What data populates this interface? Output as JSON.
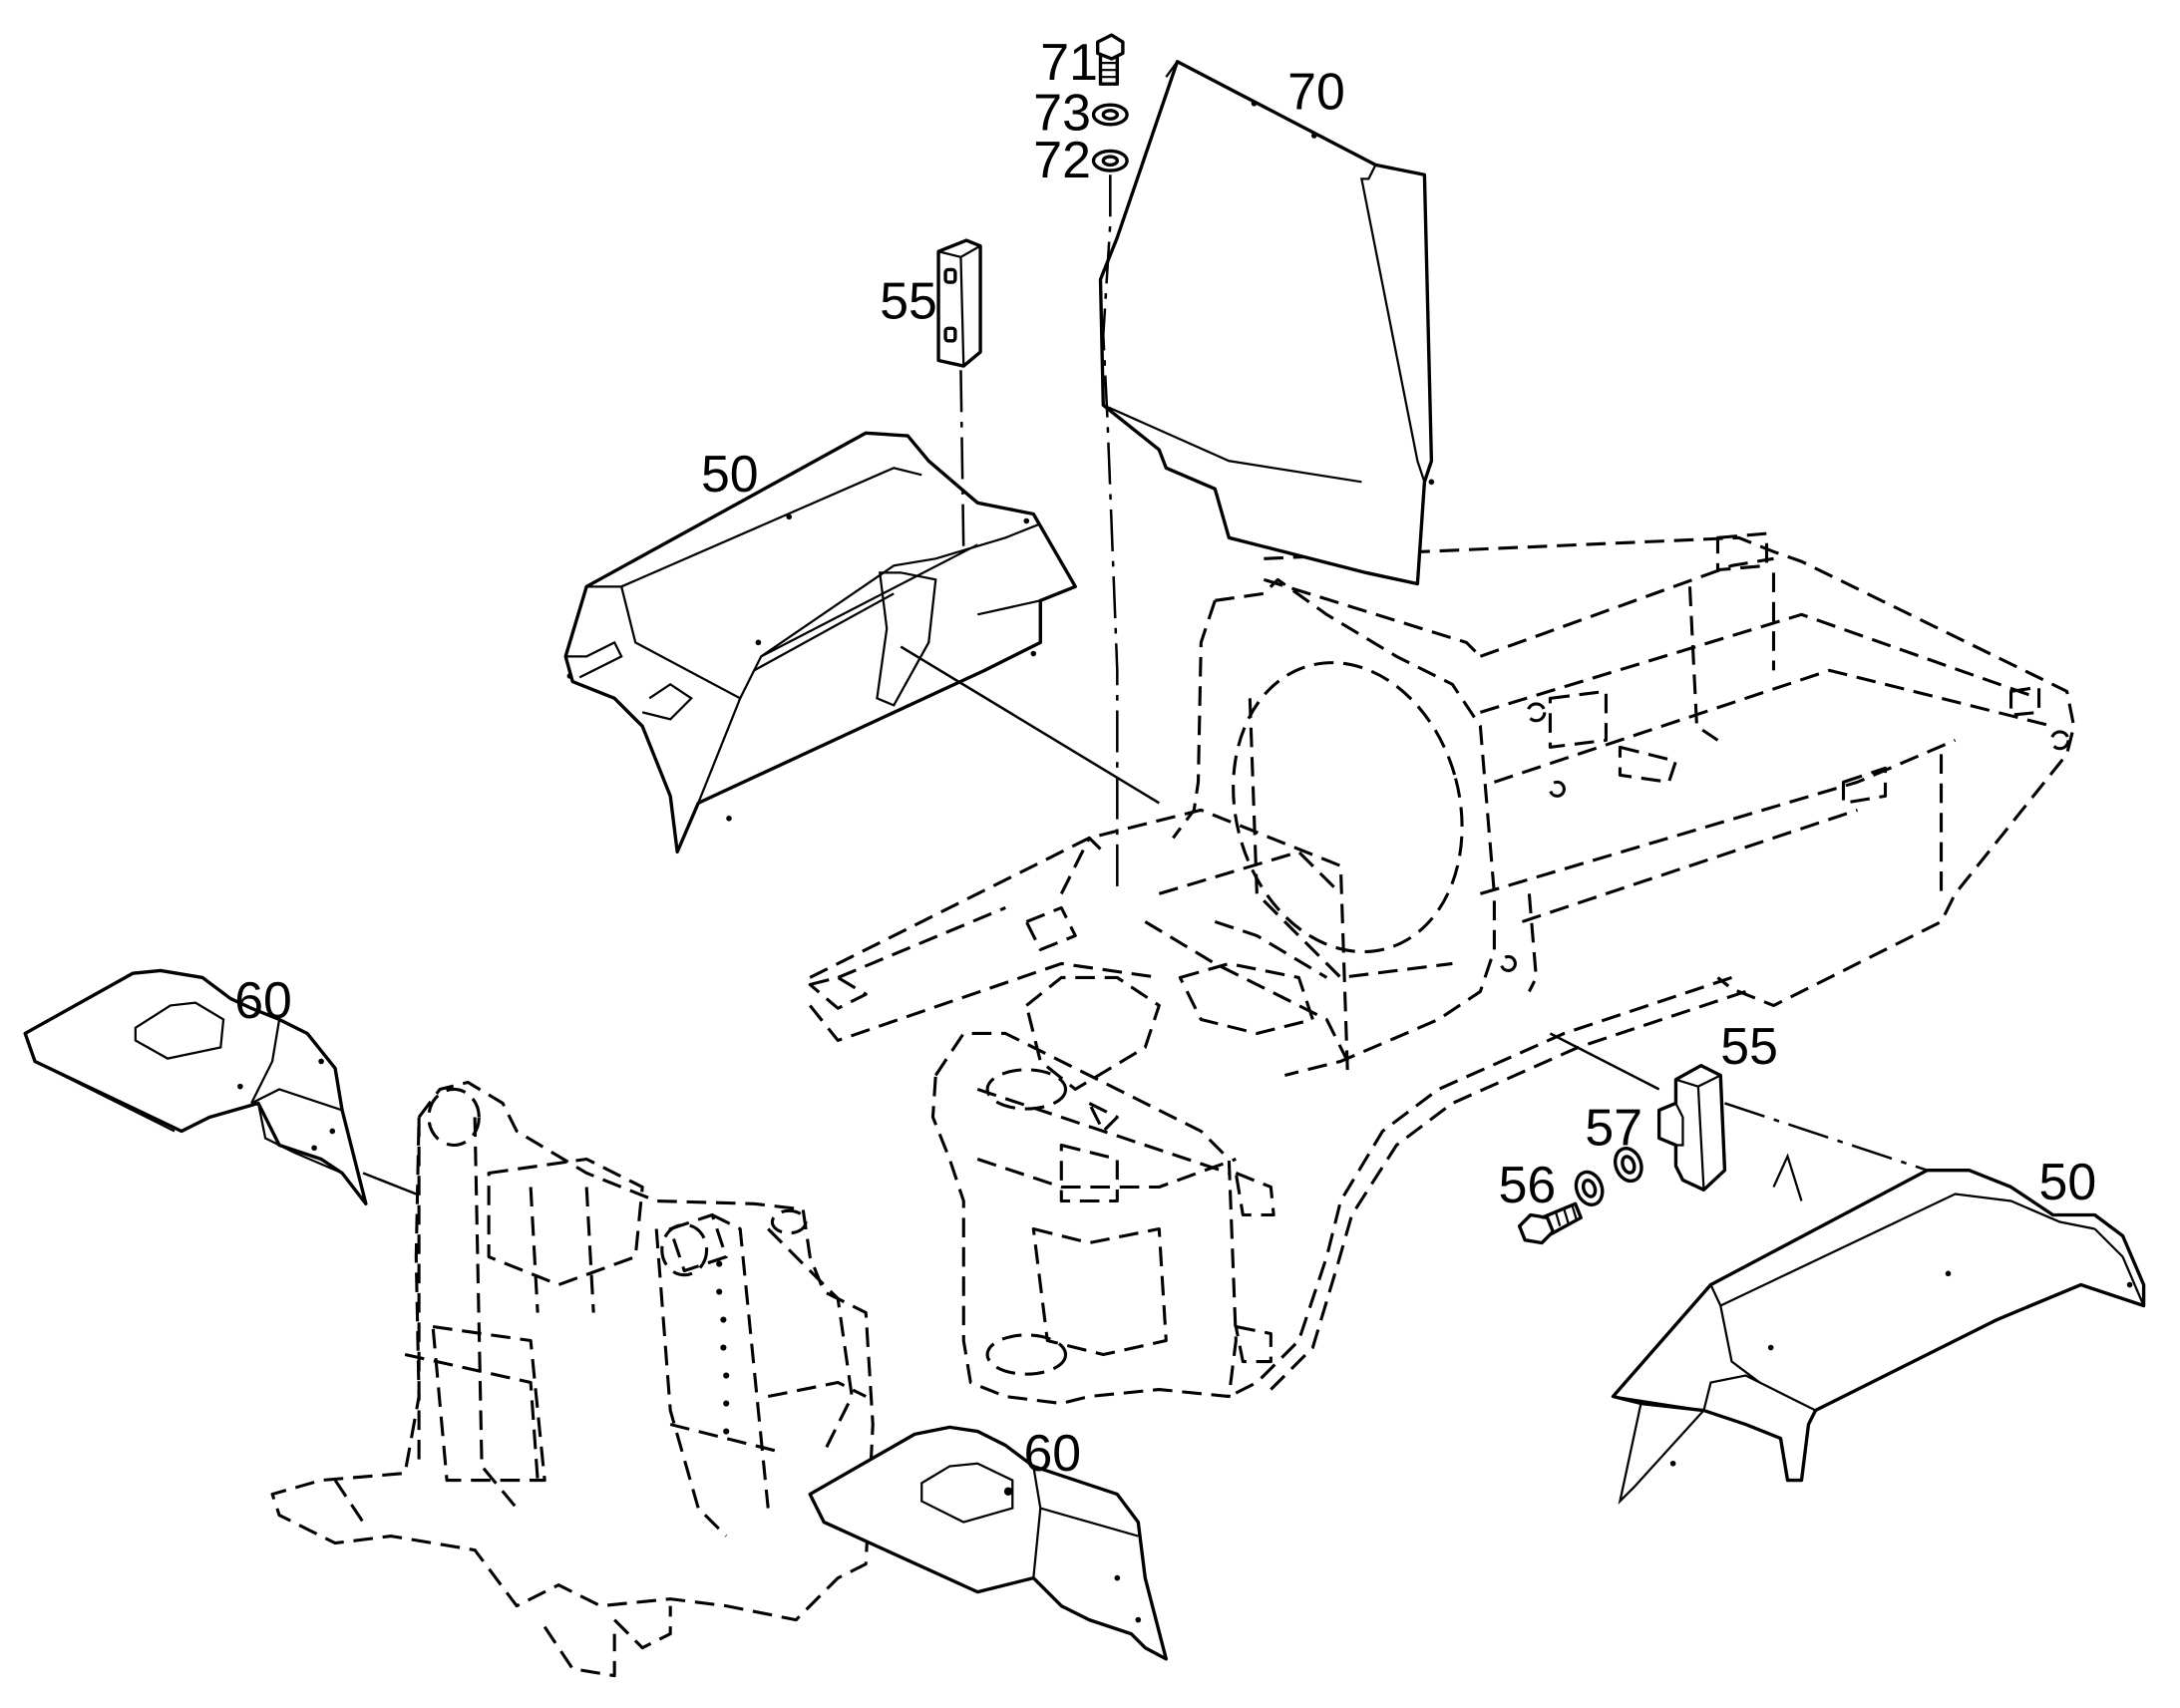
{
  "callouts": {
    "c71": "71",
    "c73": "73",
    "c72": "72",
    "c70": "70",
    "c55_top": "55",
    "c50_top": "50",
    "c60_left": "60",
    "c55_right": "55",
    "c57": "57",
    "c56": "56",
    "c50_right": "50",
    "c60_bottom": "60"
  }
}
